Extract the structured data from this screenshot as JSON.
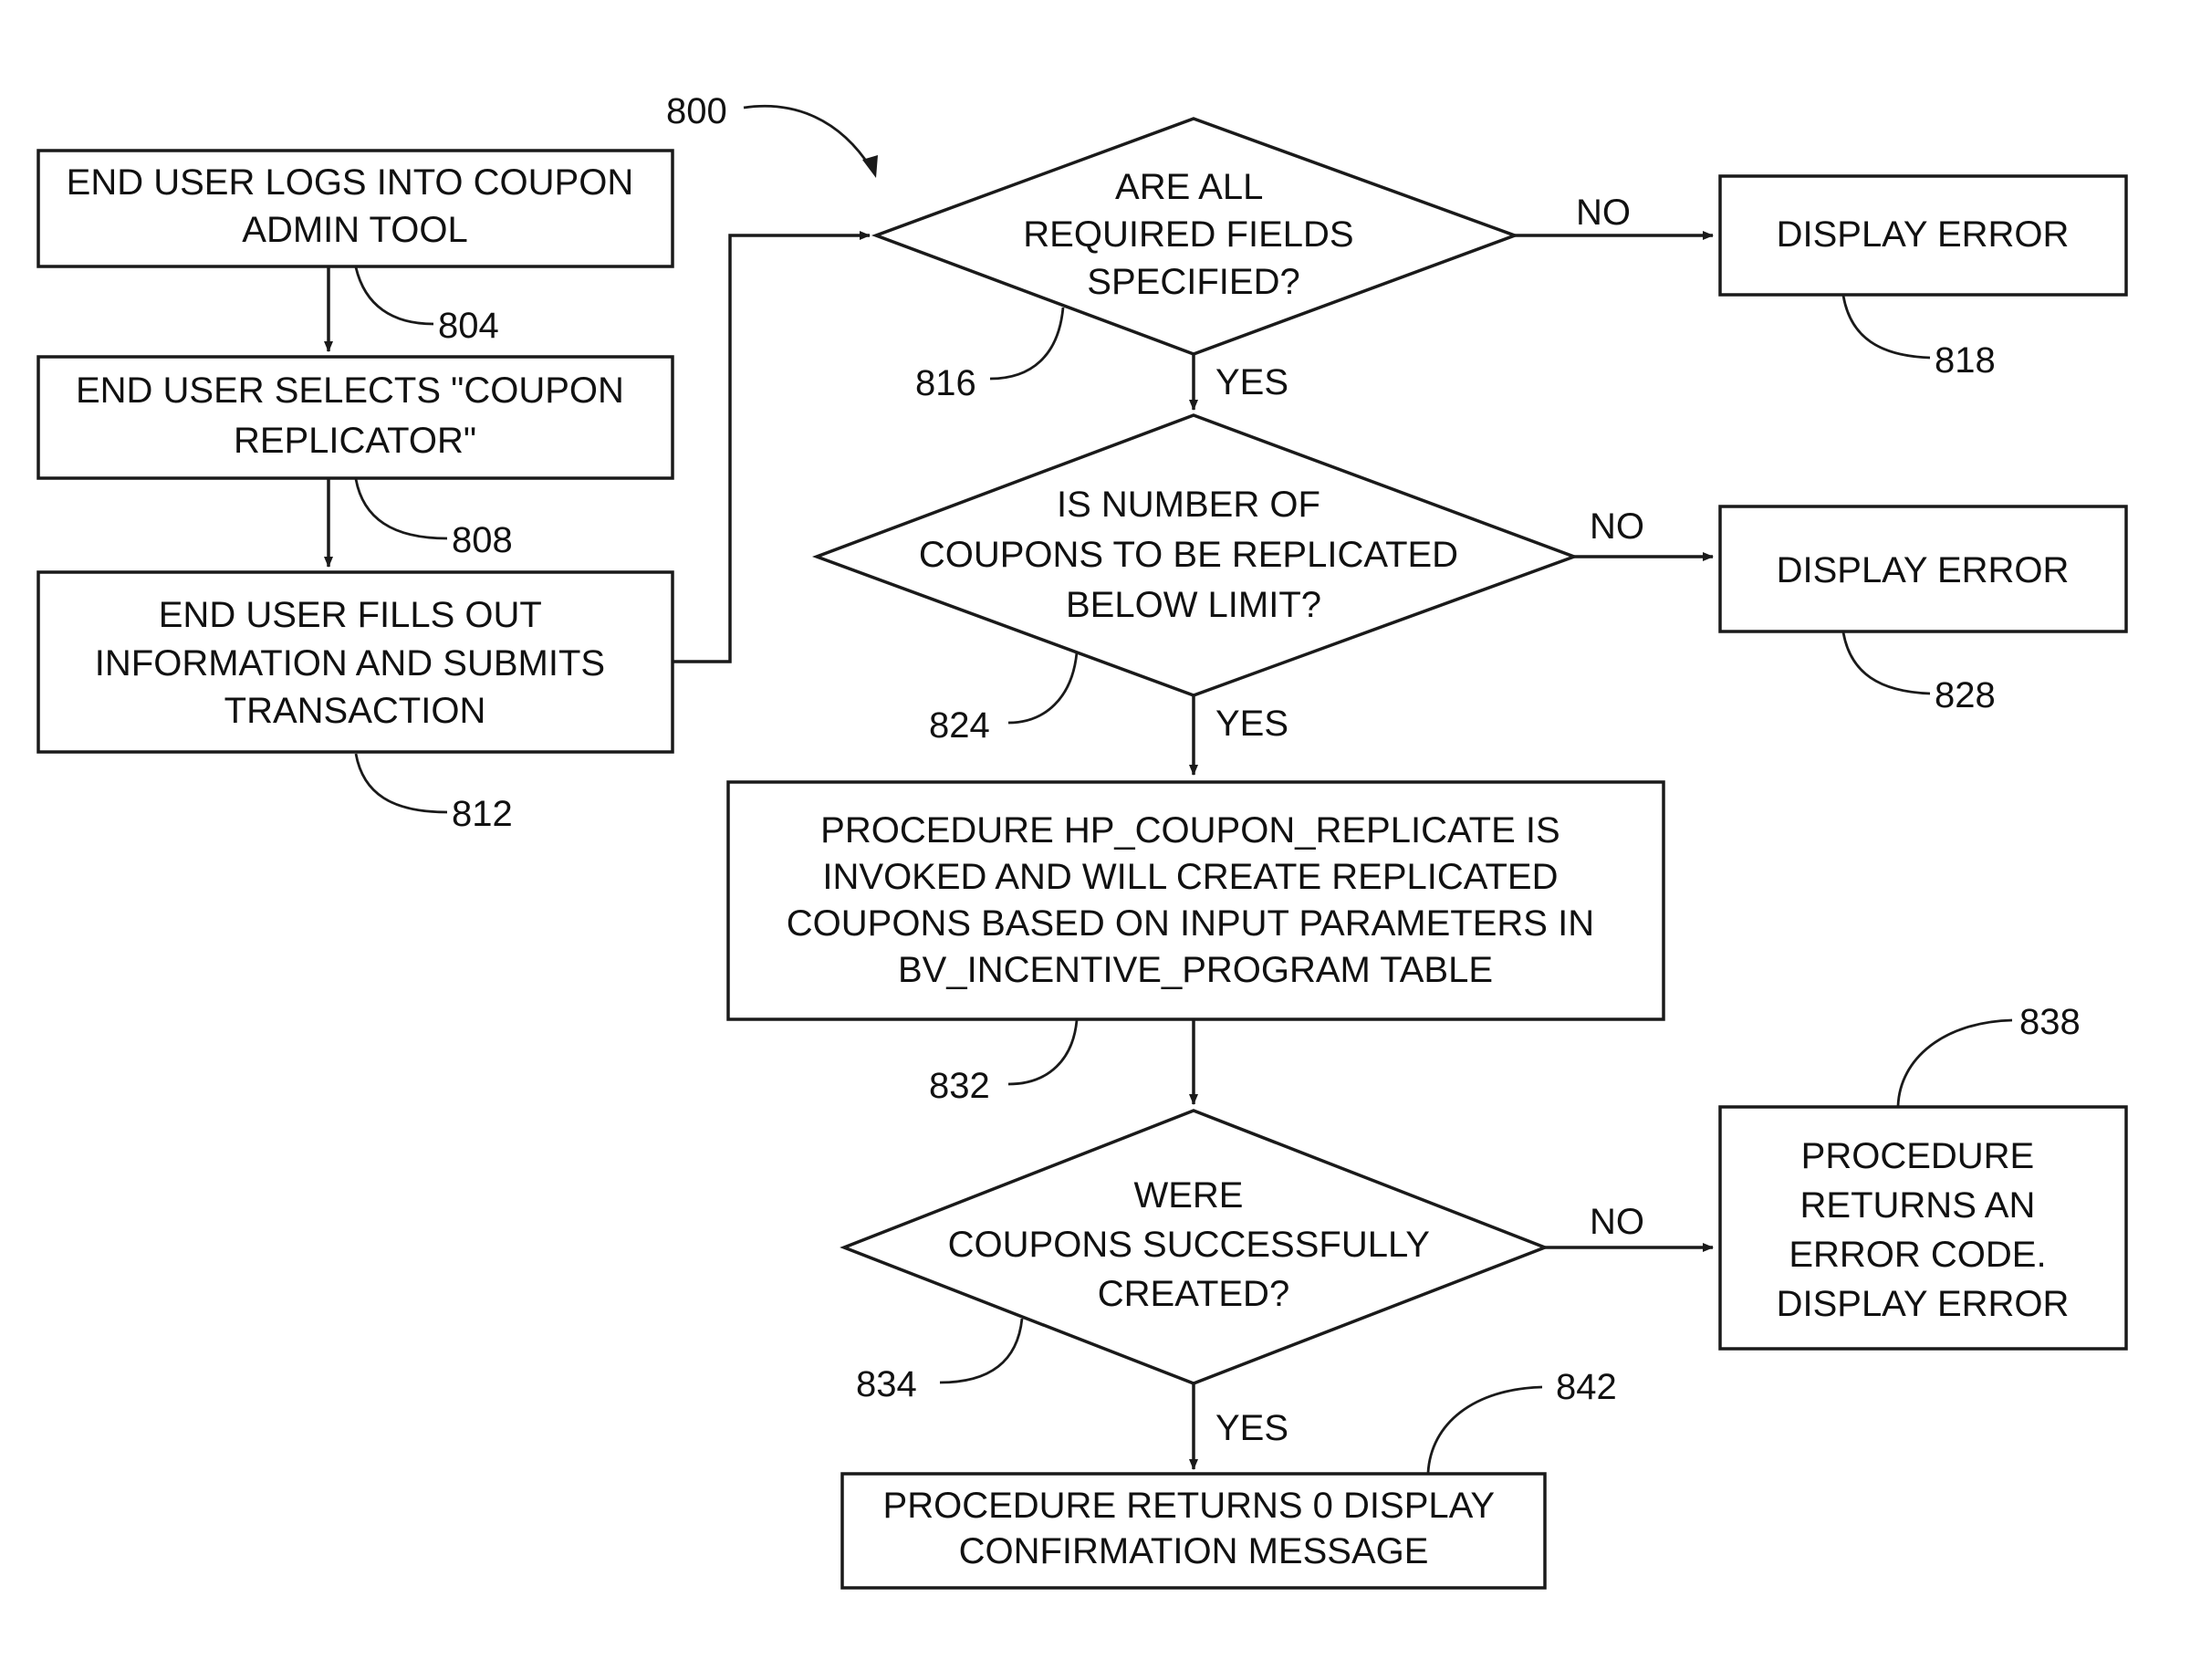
{
  "figure_ref": "800",
  "steps": {
    "s804": {
      "ref": "804",
      "lines": [
        "END USER LOGS INTO COUPON",
        "ADMIN TOOL"
      ]
    },
    "s808": {
      "ref": "808",
      "lines": [
        "END USER SELECTS \"COUPON",
        "REPLICATOR\""
      ]
    },
    "s812": {
      "ref": "812",
      "lines": [
        "END USER FILLS OUT",
        "INFORMATION AND SUBMITS",
        "TRANSACTION"
      ]
    },
    "s816": {
      "ref": "816",
      "lines": [
        "ARE ALL",
        "REQUIRED FIELDS",
        "SPECIFIED?"
      ]
    },
    "s818": {
      "ref": "818",
      "lines": [
        "DISPLAY ERROR"
      ]
    },
    "s824": {
      "ref": "824",
      "lines": [
        "IS NUMBER OF",
        "COUPONS TO BE REPLICATED",
        "BELOW LIMIT?"
      ]
    },
    "s828": {
      "ref": "828",
      "lines": [
        "DISPLAY ERROR"
      ]
    },
    "s832": {
      "ref": "832",
      "lines": [
        "PROCEDURE HP_COUPON_REPLICATE IS",
        "INVOKED AND WILL CREATE REPLICATED",
        "COUPONS BASED ON INPUT PARAMETERS IN",
        "BV_INCENTIVE_PROGRAM TABLE"
      ]
    },
    "s834": {
      "ref": "834",
      "lines": [
        "WERE",
        "COUPONS SUCCESSFULLY",
        "CREATED?"
      ]
    },
    "s838": {
      "ref": "838",
      "lines": [
        "PROCEDURE",
        "RETURNS AN",
        "ERROR CODE.",
        "DISPLAY ERROR"
      ]
    },
    "s842": {
      "ref": "842",
      "lines": [
        "PROCEDURE RETURNS 0 DISPLAY",
        "CONFIRMATION MESSAGE"
      ]
    }
  },
  "labels": {
    "yes": "YES",
    "no": "NO"
  }
}
